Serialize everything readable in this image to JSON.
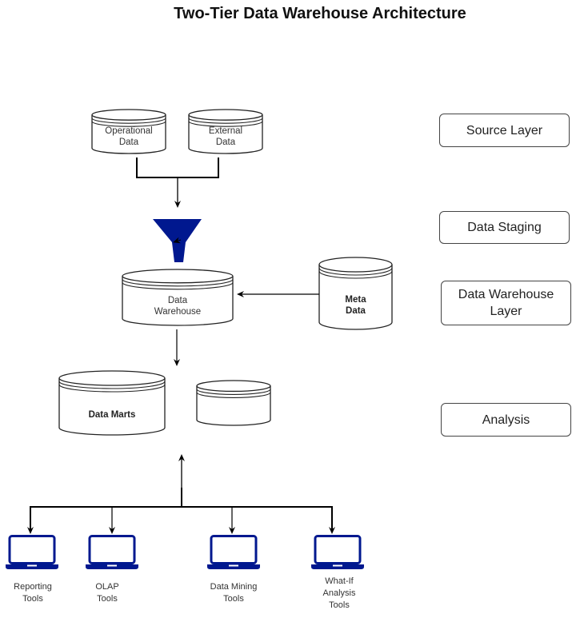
{
  "title": "Two-Tier Data Warehouse Architecture",
  "colors": {
    "accent": "#00188f",
    "stroke": "#000000"
  },
  "sources": [
    {
      "label_line1": "Operational",
      "label_line2": "Data"
    },
    {
      "label_line1": "External",
      "label_line2": "Data"
    }
  ],
  "staging_icon": "funnel-icon",
  "warehouse": {
    "label_line1": "Data",
    "label_line2": "Warehouse"
  },
  "metadata": {
    "label_line1": "Meta",
    "label_line2": "Data"
  },
  "data_marts": {
    "label": "Data Marts"
  },
  "tools": [
    {
      "label_line1": "Reporting",
      "label_line2": "Tools",
      "label_line3": "",
      "icon": "laptop-icon"
    },
    {
      "label_line1": "OLAP",
      "label_line2": "Tools",
      "label_line3": "",
      "icon": "laptop-icon"
    },
    {
      "label_line1": "Data Mining",
      "label_line2": "Tools",
      "label_line3": "",
      "icon": "laptop-icon"
    },
    {
      "label_line1": "What-If",
      "label_line2": "Analysis",
      "label_line3": "Tools",
      "icon": "laptop-icon"
    }
  ],
  "layers": [
    {
      "label": "Source Layer"
    },
    {
      "label": "Data Staging"
    },
    {
      "label": "Data Warehouse Layer"
    },
    {
      "label": "Analysis"
    }
  ]
}
